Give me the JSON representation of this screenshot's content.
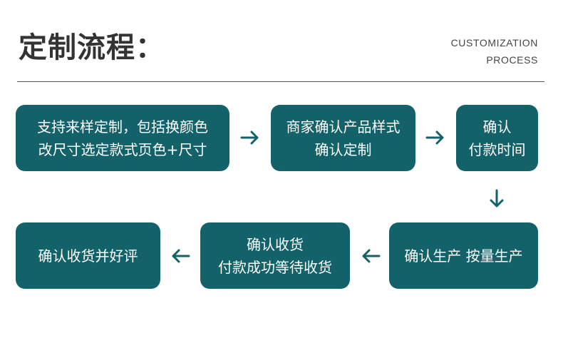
{
  "header": {
    "title": "定制流程：",
    "subtitle_line1": "CUSTOMIZATION",
    "subtitle_line2": "PROCESS"
  },
  "steps": [
    {
      "lines": [
        "支持来样定制，包括换颜色",
        "改尺寸选定款式页色+尺寸"
      ]
    },
    {
      "lines": [
        "商家确认产品样式",
        "确认定制"
      ]
    },
    {
      "lines": [
        "确认",
        "付款时间"
      ]
    },
    {
      "lines": [
        "确认生产 按量生产"
      ]
    },
    {
      "lines": [
        "确认收货",
        "付款成功等待收货"
      ]
    },
    {
      "lines": [
        "确认收货并好评"
      ]
    }
  ],
  "colors": {
    "box": "#136169",
    "arrow": "#136169",
    "title": "#333333"
  },
  "icons": {
    "arrow_right": "arrow-right-icon",
    "arrow_down": "arrow-down-icon",
    "arrow_left": "arrow-left-icon"
  }
}
